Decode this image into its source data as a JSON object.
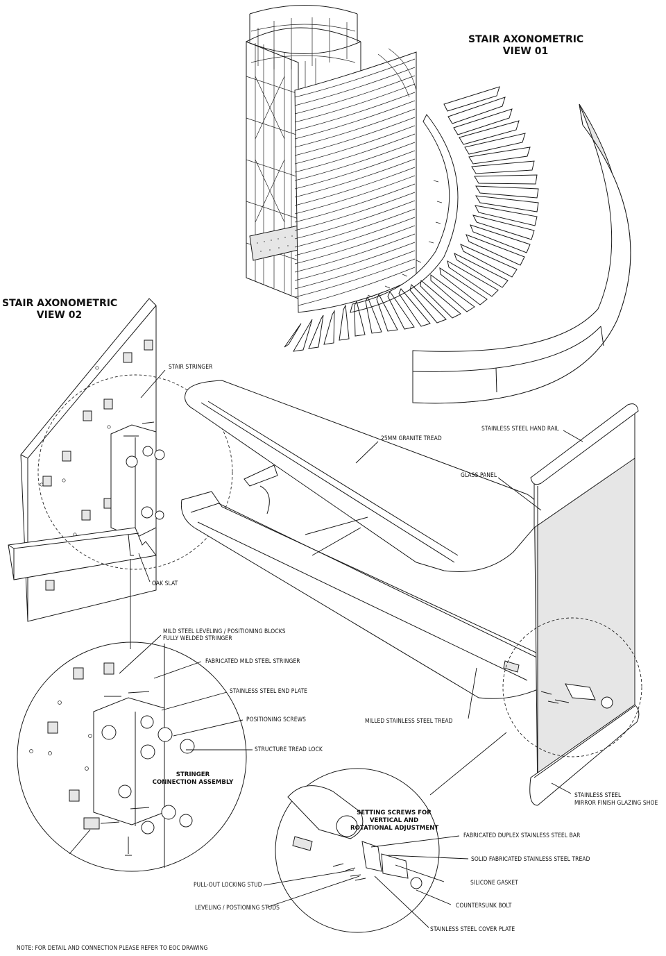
{
  "titles": {
    "view01_line1": "STAIR AXONOMETRIC",
    "view01_line2": "VIEW 01",
    "view02_line1": "STAIR AXONOMETRIC",
    "view02_line2": "VIEW 02"
  },
  "labels": {
    "stair_stringer": "STAIR STRINGER",
    "granite_tread": "25MM GRANITE TREAD",
    "hand_rail": "STAINLESS STEEL HAND RAIL",
    "glass_panel": "GLASS PANEL",
    "oak_slat": "OAK SLAT",
    "leveling_blocks_1": "MILD STEEL LEVELING / POSITIONING BLOCKS",
    "leveling_blocks_2": "FULLY WELDED STRINGER",
    "fabricated_stringer": "FABRICATED MILD STEEL STRINGER",
    "end_plate": "STAINLESS STEEL END PLATE",
    "positioning_screws": "POSITIONING SCREWS",
    "tread_lock": "STRUCTURE TREAD LOCK",
    "milled_tread": "MILLED STAINLESS STEEL TREAD",
    "glazing_shoe_1": "STAINLESS STEEL",
    "glazing_shoe_2": "MIRROR FINISH GLAZING SHOE",
    "duplex_bar": "FABRICATED DUPLEX STAINLESS STEEL BAR",
    "solid_tread": "SOLID FABRICATED STAINLESS STEEL TREAD",
    "silicone_gasket": "SILICONE GASKET",
    "countersunk_bolt": "COUNTERSUNK BOLT",
    "cover_plate": "STAINLESS STEEL COVER PLATE",
    "pullout_stud": "PULL-OUT LOCKING STUD",
    "leveling_studs": "LEVELING / POSTIONING STUDS"
  },
  "callouts": {
    "stringer_connection_1": "STRINGER",
    "stringer_connection_2": "CONNECTION ASSEMBLY",
    "setting_screws_1": "SETTING SCREWS FOR",
    "setting_screws_2": "VERTICAL AND",
    "setting_screws_3": "ROTATIONAL ADJUSTMENT"
  },
  "note": "NOTE: FOR DETAIL AND CONNECTION PLEASE REFER TO EOC DRAWING"
}
